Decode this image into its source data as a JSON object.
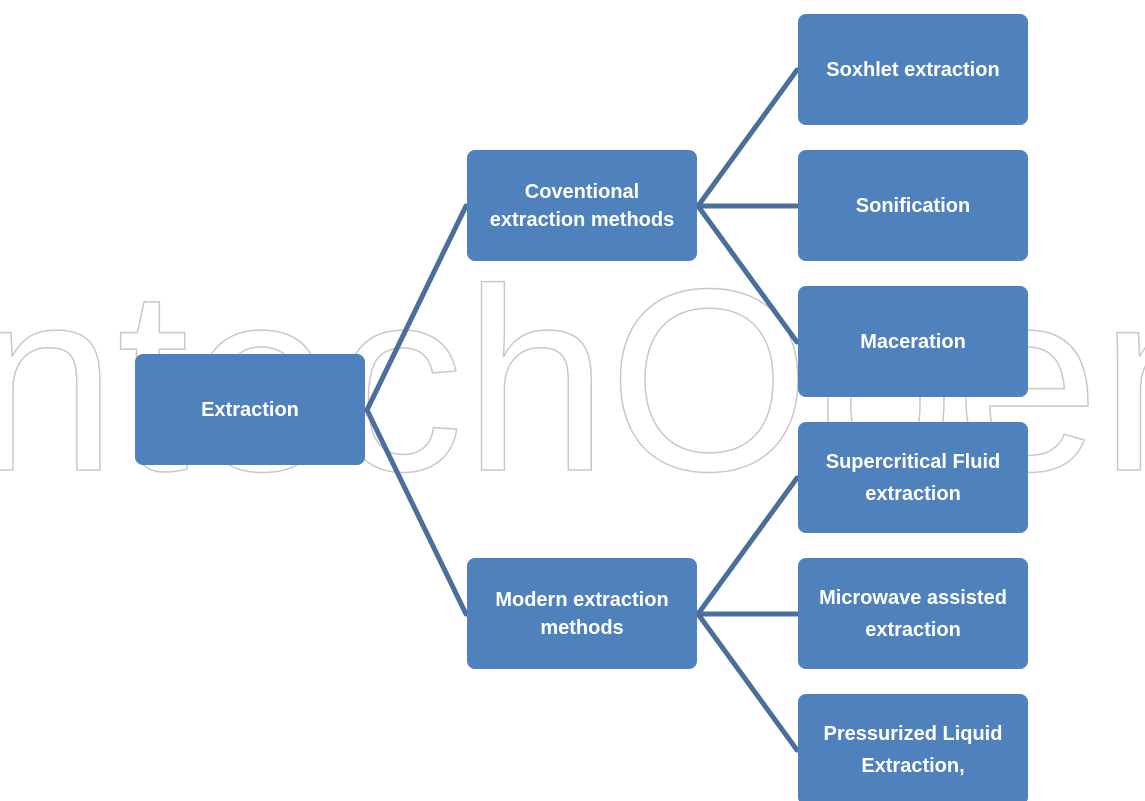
{
  "diagram": {
    "root": {
      "label": "Extraction"
    },
    "branches": [
      {
        "label": "Coventional extraction methods",
        "children": [
          "Soxhlet extraction",
          "Sonification",
          "Maceration"
        ]
      },
      {
        "label": "Modern extraction methods",
        "children": [
          "Supercritical Fluid extraction",
          "Microwave assisted extraction",
          "Pressurized Liquid Extraction,"
        ]
      }
    ]
  },
  "watermark": {
    "text": "IntechOpen"
  },
  "colors": {
    "box_fill": "#4f81bd",
    "box_text": "#ffffff",
    "connector": "#4a6f9a",
    "watermark": "#c8c8c8"
  }
}
